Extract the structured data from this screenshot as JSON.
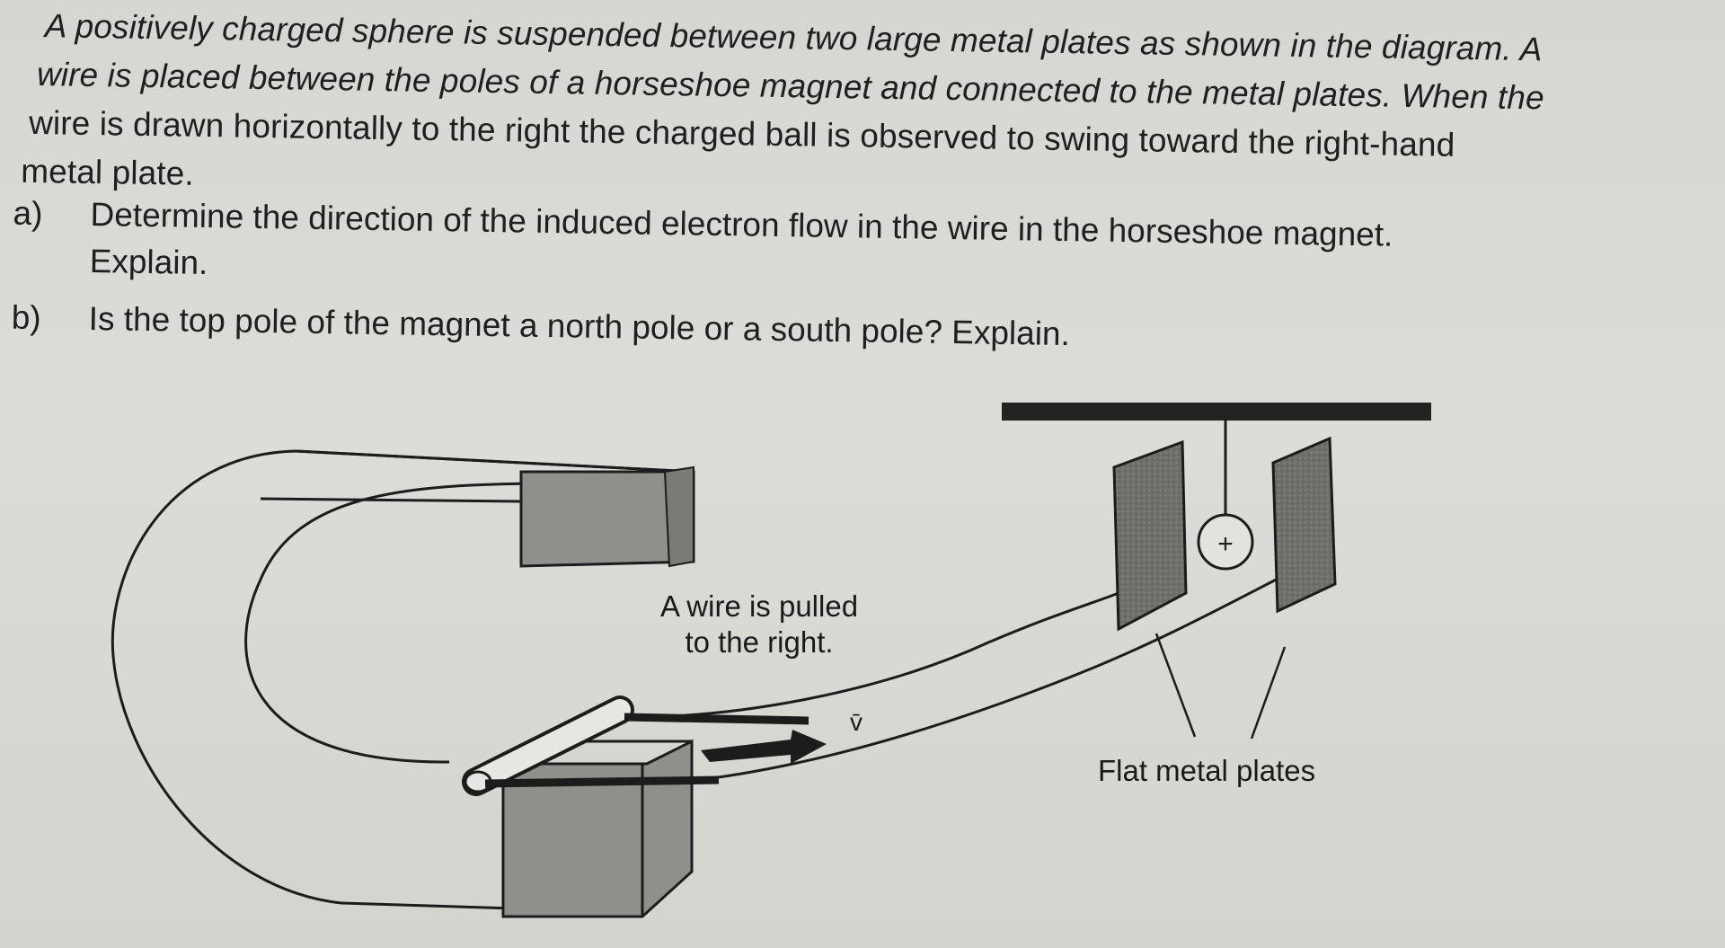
{
  "problem": {
    "intro_lines": [
      "A positively charged sphere is suspended between two large metal plates as shown in the diagram.  A",
      "wire is placed between the poles of a horseshoe magnet and connected to the metal plates.  When the",
      "wire is drawn horizontally to the right the charged ball is observed to swing toward the right-hand",
      "metal plate."
    ],
    "questions": [
      {
        "label": "a)",
        "lines": [
          "Determine the direction of the induced electron flow in the wire in the horseshoe magnet.",
          "Explain."
        ]
      },
      {
        "label": "b)",
        "lines": [
          "Is the top pole of the magnet a north pole or a south pole?  Explain."
        ]
      }
    ]
  },
  "diagram": {
    "wire_label_lines": [
      "A wire is pulled",
      "to the right."
    ],
    "velocity_label": "v̄",
    "sphere_charge": "+",
    "plates_label": "Flat metal plates",
    "colors": {
      "ink": "#1c1c1c",
      "magnet_face": "#8f8f8c",
      "plate_fill": "#6e6e6a",
      "paper": "#d9d9d5"
    }
  }
}
